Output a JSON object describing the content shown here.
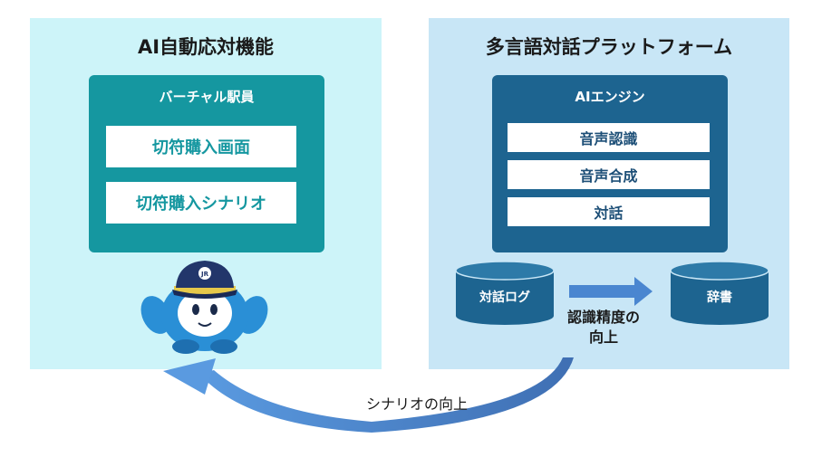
{
  "left_panel": {
    "title": "AI自動応対機能",
    "box": {
      "title": "バーチャル駅員",
      "items": [
        "切符購入画面",
        "切符購入シナリオ"
      ]
    },
    "mascot": {
      "icon": "station-staff-mascot-icon",
      "cap_badge": "JR"
    }
  },
  "right_panel": {
    "title": "多言語対話プラットフォーム",
    "engine": {
      "title": "AIエンジン",
      "items": [
        "音声認識",
        "音声合成",
        "対話"
      ]
    },
    "databases": [
      {
        "label": "対話ログ",
        "icon": "database-icon"
      },
      {
        "label": "辞書",
        "icon": "database-icon"
      }
    ],
    "arrow_label": "認識精度の\n向上"
  },
  "feedback_arrow": {
    "label": "シナリオの向上"
  },
  "colors": {
    "left_panel_bg": "#cdf4f9",
    "right_panel_bg": "#c8e6f6",
    "teal": "#1597a0",
    "navy": "#1d6490",
    "arrow_blue": "#4a86d0"
  }
}
